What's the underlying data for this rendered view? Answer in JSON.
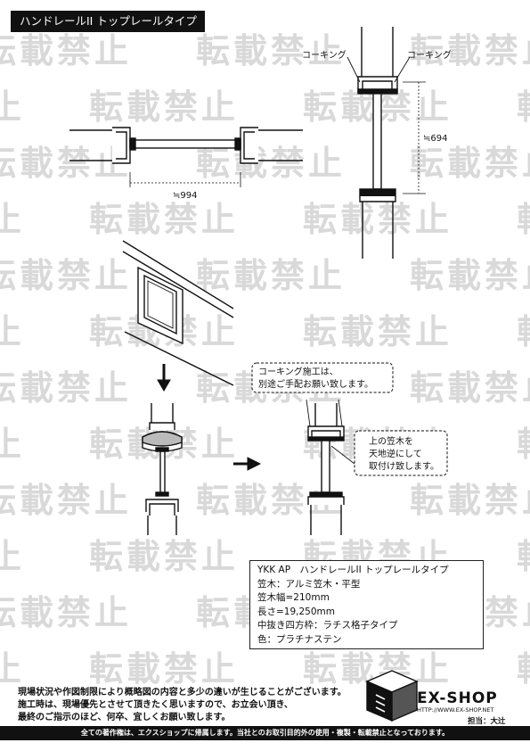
{
  "header": {
    "title": "ハンドレールII トップレールタイプ"
  },
  "diagram": {
    "callout_caulking_left": "コーキング",
    "callout_caulking_right": "コーキング",
    "dim_horizontal": "≒994",
    "dim_vertical": "≒694",
    "note_caulking": [
      "コーキング施工は、",
      "別途ご手配お願い致します。"
    ],
    "note_rail": [
      "上の笠木を",
      "天地逆にして",
      "取付け致します。"
    ],
    "watermark": "転載禁止"
  },
  "spec": {
    "lines": [
      "YKK AP　ハンドレールII トップレールタイプ",
      "笠木：アルミ笠木・平型",
      "笠木幅=210mm",
      "長さ=19,250mm",
      "中抜き四方枠：ラチス格子タイプ",
      "色：プラチナステン"
    ]
  },
  "footer": {
    "notes": [
      "現場状況や作図制限により概略図の内容と多少の違いが生じることがございます。",
      "施工時は、現場優先とさせて頂きたく思いますので、お立会い頂き、",
      "最終のご指示のほど、何卒、宜しくお願い致します。"
    ],
    "copyright": "全ての著作権は、エクスショップに帰属します。当社とのお取引目的外の使用・複製・転載禁止となっております。",
    "brand_name": "EX-SHOP",
    "brand_url": "HTTP://WWW.EX-SHOP.NET",
    "staff": "担当：大辻"
  }
}
